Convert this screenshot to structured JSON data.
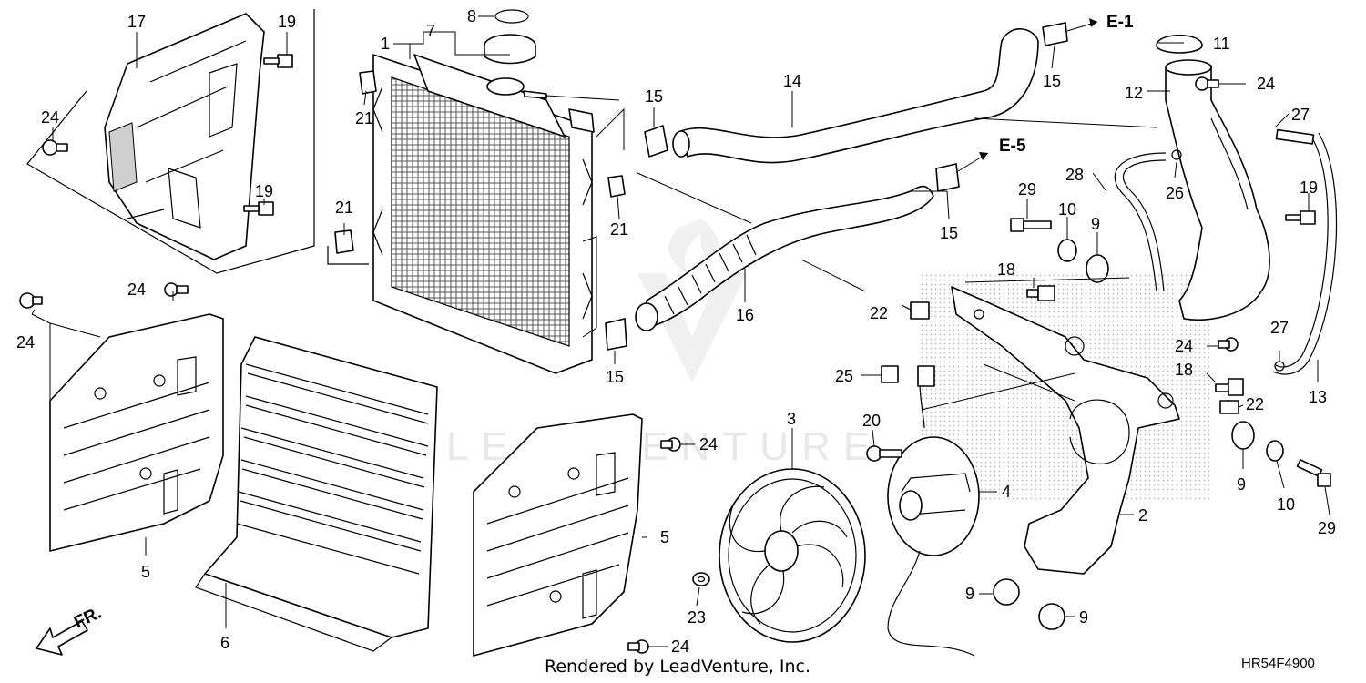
{
  "diagram": {
    "drawing_code": "HR54F4900",
    "credit": "Rendered by LeadVenture, Inc.",
    "watermark": "LEADVENTURE",
    "direction_marker": "FR.",
    "references": [
      "E-1",
      "E-5"
    ],
    "callouts": {
      "c1": "1",
      "c2": "2",
      "c3": "3",
      "c4": "4",
      "c5a": "5",
      "c5b": "5",
      "c6": "6",
      "c7": "7",
      "c8": "8",
      "c9a": "9",
      "c9b": "9",
      "c9c": "9",
      "c9d": "9",
      "c10a": "10",
      "c10b": "10",
      "c11": "11",
      "c12": "12",
      "c13": "13",
      "c14": "14",
      "c15a": "15",
      "c15b": "15",
      "c15c": "15",
      "c15d": "15",
      "c16": "16",
      "c17": "17",
      "c18a": "18",
      "c18b": "18",
      "c19a": "19",
      "c19b": "19",
      "c19c": "19",
      "c20": "20",
      "c21a": "21",
      "c21b": "21",
      "c21c": "21",
      "c22a": "22",
      "c22b": "22",
      "c23": "23",
      "c24a": "24",
      "c24b": "24",
      "c24c": "24",
      "c24d": "24",
      "c24e": "24",
      "c24f": "24",
      "c24g": "24",
      "c25": "25",
      "c26": "26",
      "c27a": "27",
      "c27b": "27",
      "c28": "28",
      "c29a": "29",
      "c29b": "29"
    }
  }
}
